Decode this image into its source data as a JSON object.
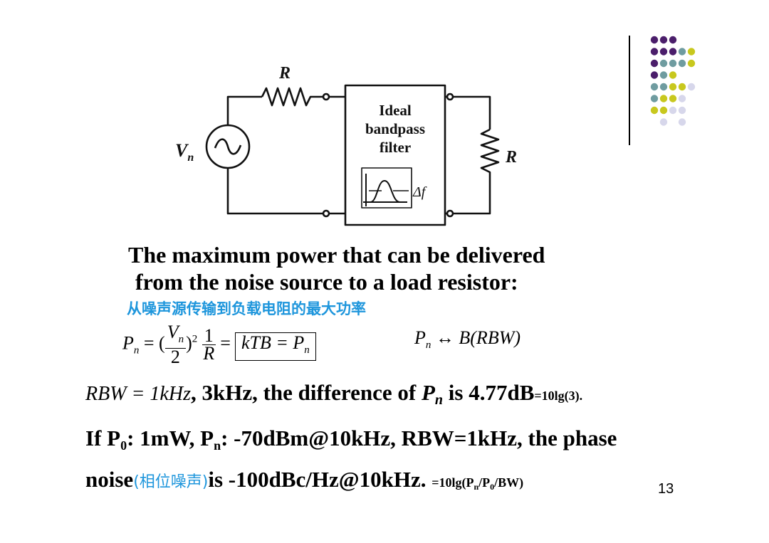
{
  "circuit": {
    "resistor_top_label": "R",
    "resistor_right_label": "R",
    "source_label": "V",
    "source_label_sub": "n",
    "filter_lines": [
      "Ideal",
      "bandpass",
      "filter"
    ],
    "bandwidth_label": "Δf"
  },
  "colors": {
    "chinese_text": "#1e96dc",
    "dot_purple": "#4b1e6b",
    "dot_teal": "#6f9ca0",
    "dot_yellow": "#c8c81e",
    "dot_lavender": "#d7d7eb"
  },
  "text": {
    "heading_line1": "The maximum power that can be delivered",
    "heading_line2": "from the noise source to a load resistor:",
    "chinese_caption": "从噪声源传输到负载电阻的最大功率"
  },
  "formula1": {
    "lhs": "P",
    "lhs_sub": "n",
    "eq": "= (",
    "frac_num": "V",
    "frac_num_sub": "n",
    "frac_den": "2",
    "close_pow": ")",
    "pow": "2",
    "frac2_num": "1",
    "frac2_den": "R",
    "eq2": "=",
    "box_text": "kTB = P",
    "box_sub": "n"
  },
  "formula2": {
    "lhs": "P",
    "lhs_sub": "n",
    "arrow": "↔",
    "rhs": "B(RBW)"
  },
  "line_rbw": {
    "math": "RBW = 1kHz",
    "text": ", 3kHz, the difference of ",
    "p": "P",
    "p_sub": "n",
    "text2": " is 4.77dB",
    "small": "=10lg(3)."
  },
  "line_if": {
    "a": "If P",
    "a_sub": "0",
    "b": ": 1mW, P",
    "b_sub": "n",
    "c": ": -70dBm@10kHz, RBW=1kHz, the phase"
  },
  "line_noise": {
    "a": "noise",
    "cn": "(相位噪声)",
    "b": "is -100dBc/Hz@10kHz. ",
    "small_a": "=10lg(P",
    "small_sub1": "n",
    "small_b": "/P",
    "small_sub2": "0",
    "small_c": "/BW)"
  },
  "page_number": "13"
}
